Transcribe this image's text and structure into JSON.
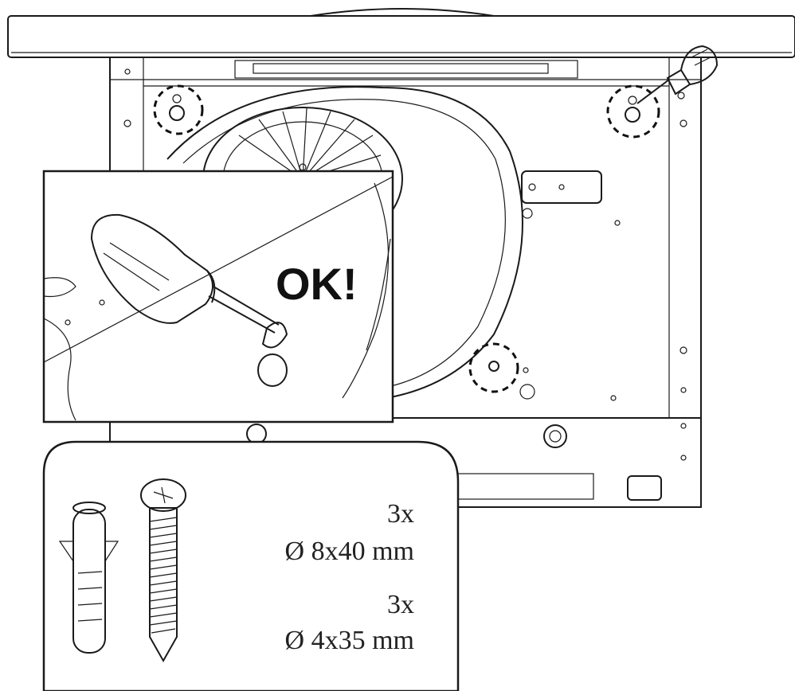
{
  "detail_callout": {
    "status_text": "OK!"
  },
  "hardware_box": {
    "items": [
      {
        "name": "wall-plug",
        "quantity": "3x",
        "size": "Ø 8x40 mm"
      },
      {
        "name": "screw",
        "quantity": "3x",
        "size": "Ø 4x35 mm"
      }
    ]
  }
}
